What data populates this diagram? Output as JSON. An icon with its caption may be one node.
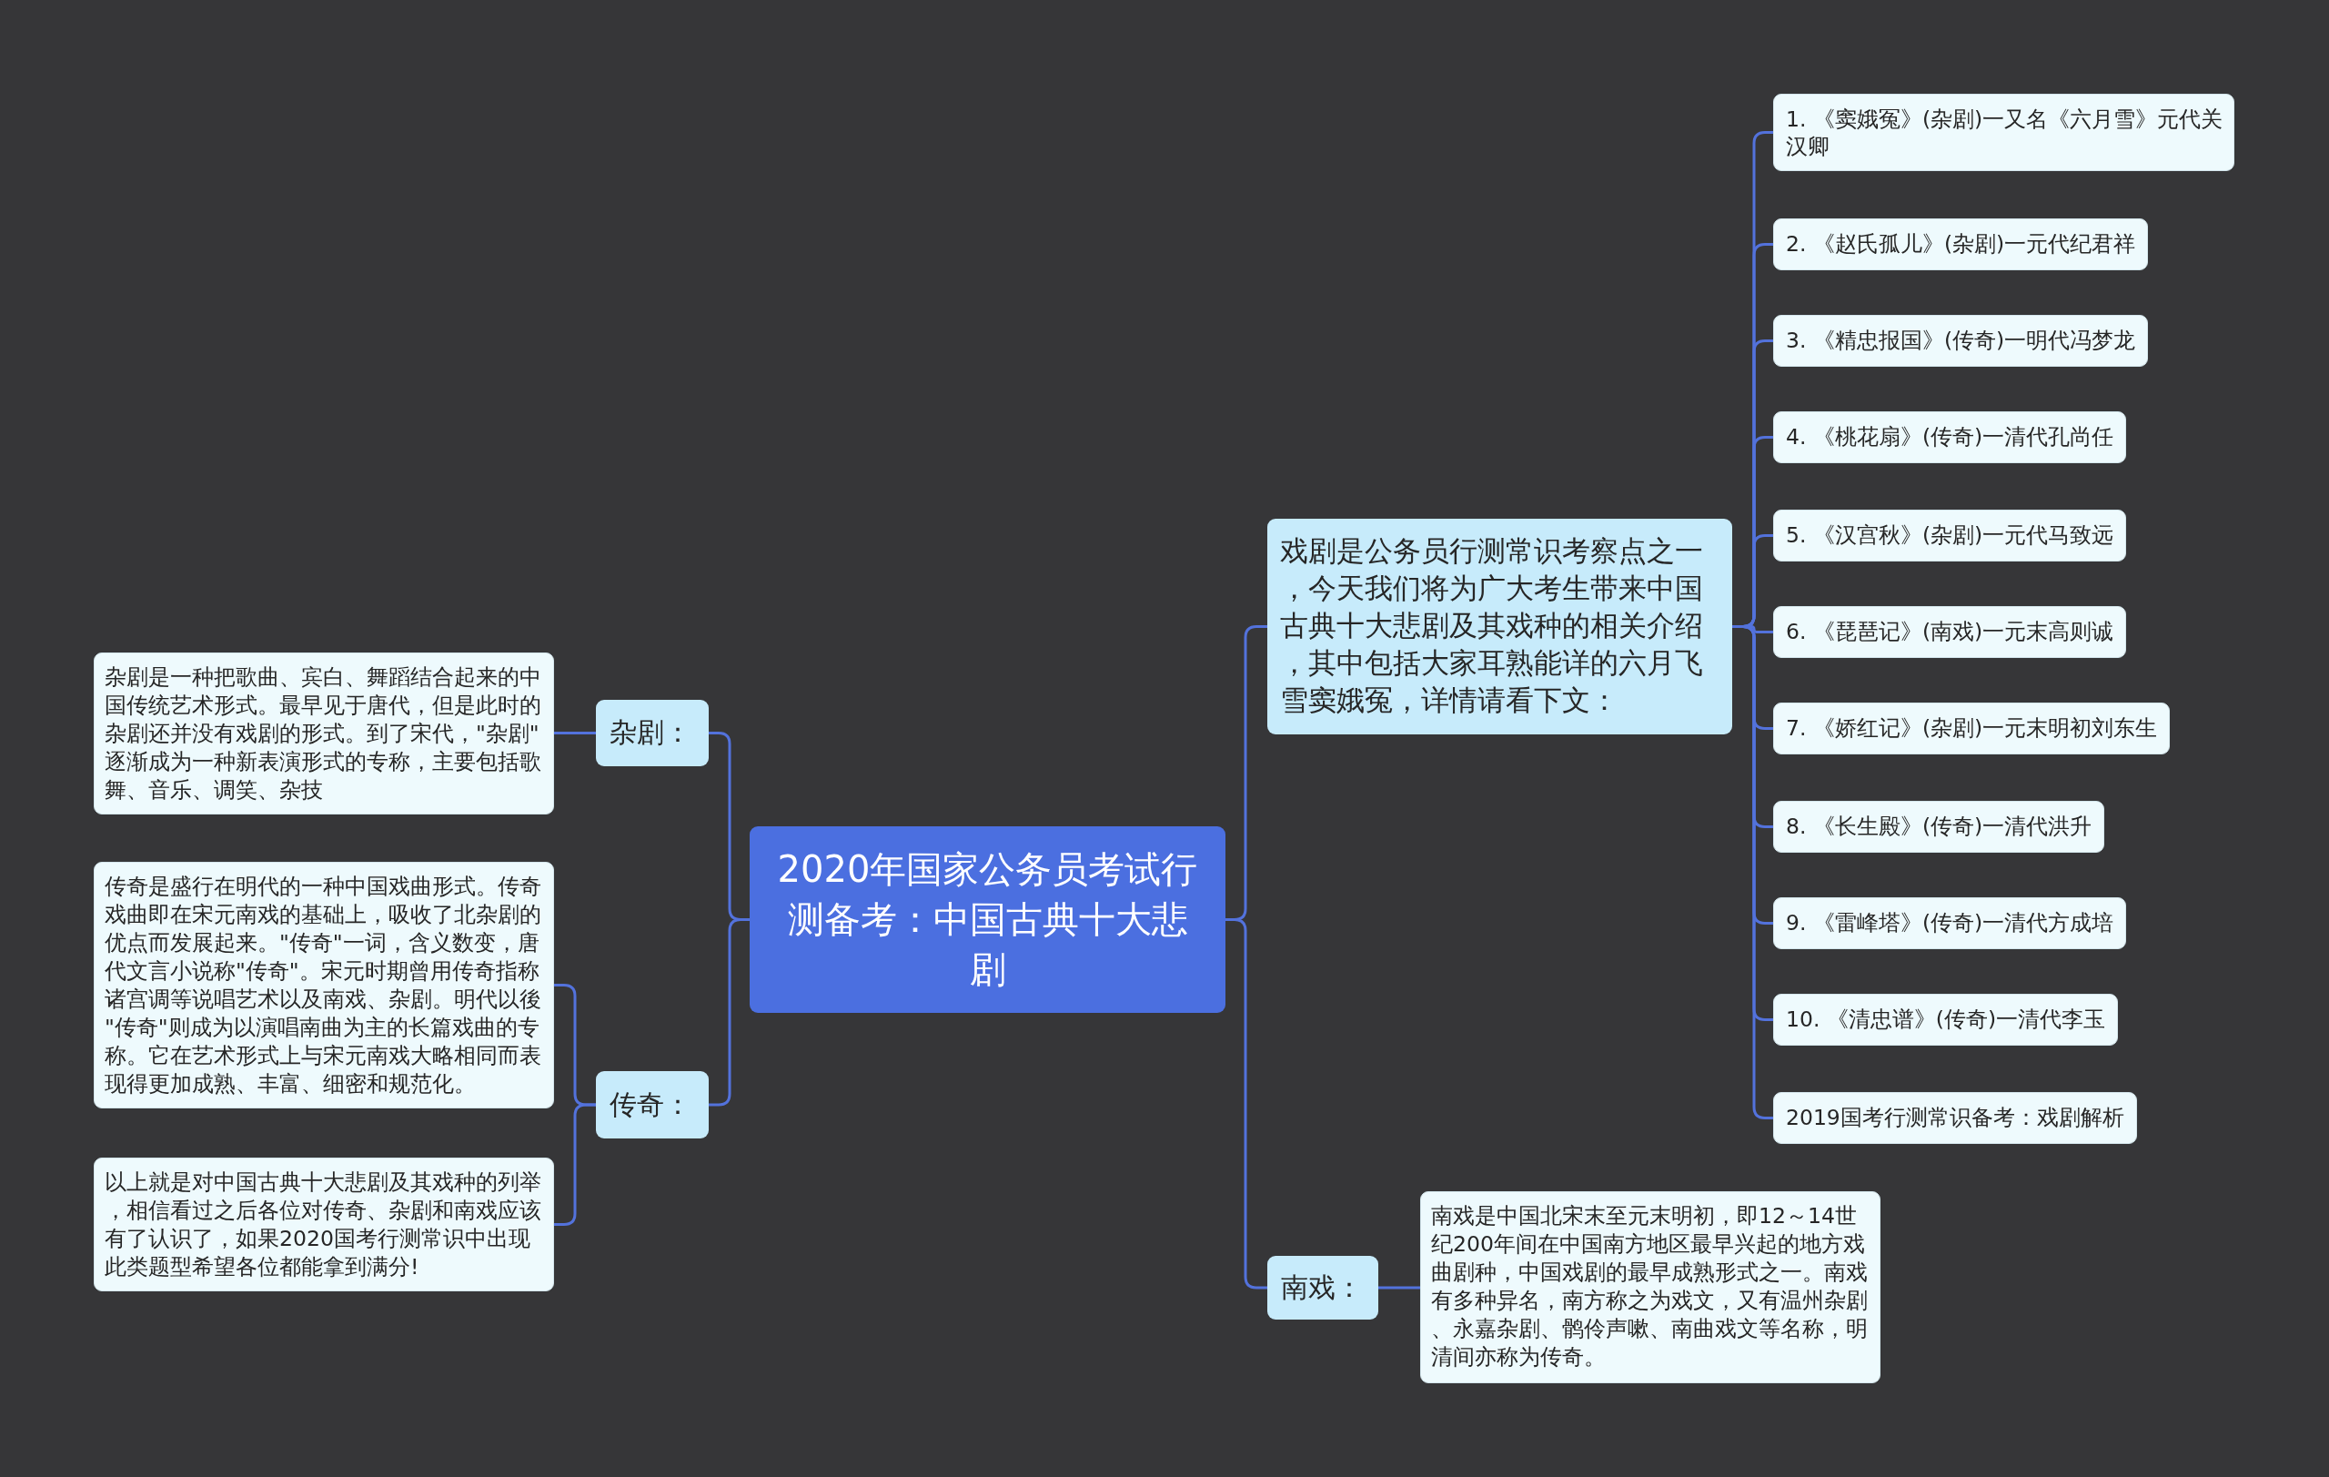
{
  "diagram": {
    "nodes": [
      {
        "text": [
          "2020年国家公务员考试行测备考：中国古典十大悲剧"
        ]
      },
      {
        "text": [
          "杂剧："
        ]
      },
      {
        "text": [
          "杂剧是一种把歌曲、宾白、舞蹈结合起来的中国传统艺术形式。最早见于唐代，但是此时的杂剧还并没有戏剧的形式。到了宋代，\"杂剧\"逐渐成为一种新表演形式的专称，主要包括歌舞、音乐、调笑、杂技"
        ]
      },
      {
        "text": [
          "传奇："
        ]
      },
      {
        "text": [
          "传奇是盛行在明代的一种中国戏曲形式。传奇戏曲即在宋元南戏的基础上，吸收了北杂剧的优点而发展起来。\"传奇\"一词，含义数变，唐代文言小说称\"传奇\"。宋元时期曾用传奇指称诸宫调等说唱艺术以及南戏、杂剧。明代以後\"传奇\"则成为以演唱南曲为主的长篇戏曲的专称。它在艺术形式上与宋元南戏大略相同而表现得更加成熟、丰富、细密和规范化。"
        ]
      },
      {
        "text": [
          "以上就是对中国古典十大悲剧及其戏种的列举，相信看过之后各位对传奇、杂剧和南戏应该有了认识了，如果2020国考行测常识中出现此类题型希望各位都能拿到满分!"
        ]
      },
      {
        "text": [
          "戏剧是公务员行测常识考察点之一，今天我们将为广大考生带来中国古典十大悲剧及其戏种的相关介绍，其中包括大家耳熟能详的六月飞雪窦娥冤，详情请看下文："
        ]
      },
      {
        "text": [
          "1. 《窦娥冤》(杂剧)一又名《六月雪》元代关汉卿"
        ]
      },
      {
        "text": [
          "2. 《赵氏孤儿》(杂剧)一元代纪君祥"
        ]
      },
      {
        "text": [
          "3. 《精忠报国》(传奇)一明代冯梦龙"
        ]
      },
      {
        "text": [
          "4. 《桃花扇》(传奇)一清代孔尚任"
        ]
      },
      {
        "text": [
          "5. 《汉宫秋》(杂剧)一元代马致远"
        ]
      },
      {
        "text": [
          "6. 《琵琶记》(南戏)一元末高则诚"
        ]
      },
      {
        "text": [
          "7. 《娇红记》(杂剧)一元末明初刘东生"
        ]
      },
      {
        "text": [
          "8. 《长生殿》(传奇)一清代洪升"
        ]
      },
      {
        "text": [
          "9. 《雷峰塔》(传奇)一清代方成培"
        ]
      },
      {
        "text": [
          "10. 《清忠谱》(传奇)一清代李玉"
        ]
      },
      {
        "text": [
          "2019国考行测常识备考：戏剧解析"
        ]
      },
      {
        "text": [
          "南戏："
        ]
      },
      {
        "text": [
          "南戏是中国北宋末至元末明初，即12～14世纪200年间在中国南方地区最早兴起的地方戏曲剧种，中国戏剧的最早成熟形式之一。南戏有多种异名，南方称之为戏文，又有温州杂剧、永嘉杂剧、鹘伶声嗽、南曲戏文等名称，明清间亦称为传奇。"
        ]
      }
    ],
    "edges": [
      {
        "from": 0,
        "to": 1,
        "arrow": "none"
      },
      {
        "from": 1,
        "to": 2,
        "arrow": "none"
      },
      {
        "from": 0,
        "to": 3,
        "arrow": "none"
      },
      {
        "from": 3,
        "to": 4,
        "arrow": "none"
      },
      {
        "from": 3,
        "to": 5,
        "arrow": "none"
      },
      {
        "from": 0,
        "to": 6,
        "arrow": "none"
      },
      {
        "from": 6,
        "to": 7,
        "arrow": "none"
      },
      {
        "from": 6,
        "to": 8,
        "arrow": "none"
      },
      {
        "from": 6,
        "to": 9,
        "arrow": "none"
      },
      {
        "from": 6,
        "to": 10,
        "arrow": "none"
      },
      {
        "from": 6,
        "to": 11,
        "arrow": "none"
      },
      {
        "from": 6,
        "to": 12,
        "arrow": "none"
      },
      {
        "from": 6,
        "to": 13,
        "arrow": "none"
      },
      {
        "from": 6,
        "to": 14,
        "arrow": "none"
      },
      {
        "from": 6,
        "to": 15,
        "arrow": "none"
      },
      {
        "from": 6,
        "to": 16,
        "arrow": "none"
      },
      {
        "from": 6,
        "to": 17,
        "arrow": "none"
      },
      {
        "from": 0,
        "to": 18,
        "arrow": "none"
      },
      {
        "from": 18,
        "to": 19,
        "arrow": "none"
      }
    ]
  }
}
